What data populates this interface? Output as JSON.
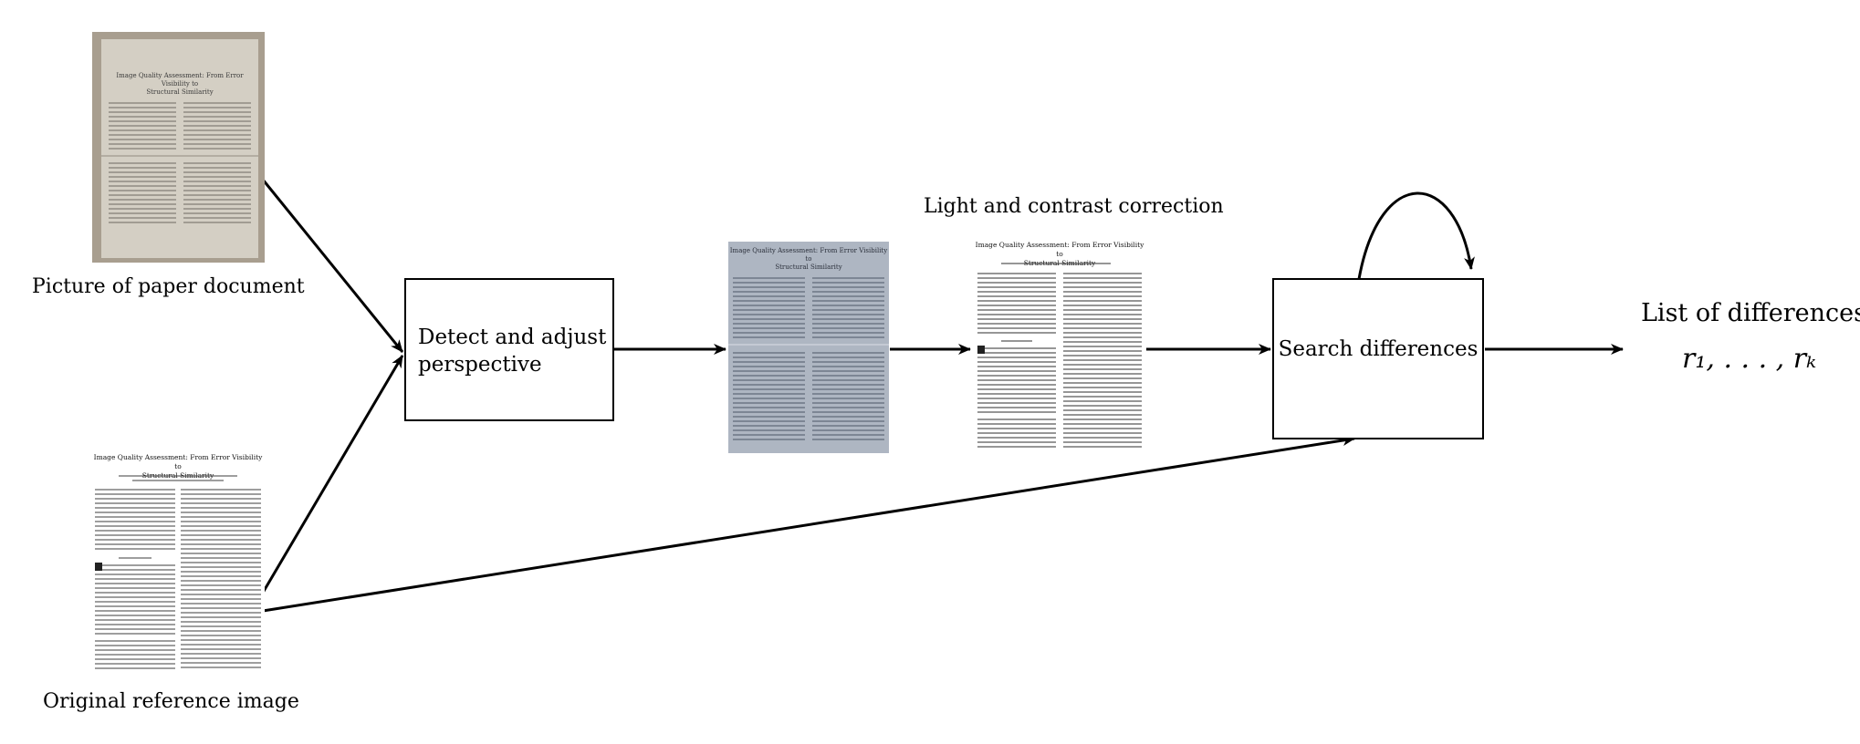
{
  "diagram": {
    "labels": {
      "photo_caption": "Picture of paper document",
      "reference_caption": "Original reference image",
      "correction_caption": "Light and contrast correction",
      "output_title": "List of differences",
      "output_formula": "r₁, . . . , rₖ"
    },
    "nodes": {
      "perspective_box_line1": "Detect and adjust",
      "perspective_box_line2": "perspective",
      "search_box": "Search differences"
    },
    "document_thumbnail": {
      "title_line1": "Image Quality Assessment: From Error Visibility to",
      "title_line2": "Structural Similarity"
    },
    "colors": {
      "photo_background": "#a89e8f",
      "photo_paper": "#d4cfc4",
      "adjusted_photo_tint": "#aeb6c2",
      "stroke": "#000000"
    }
  }
}
